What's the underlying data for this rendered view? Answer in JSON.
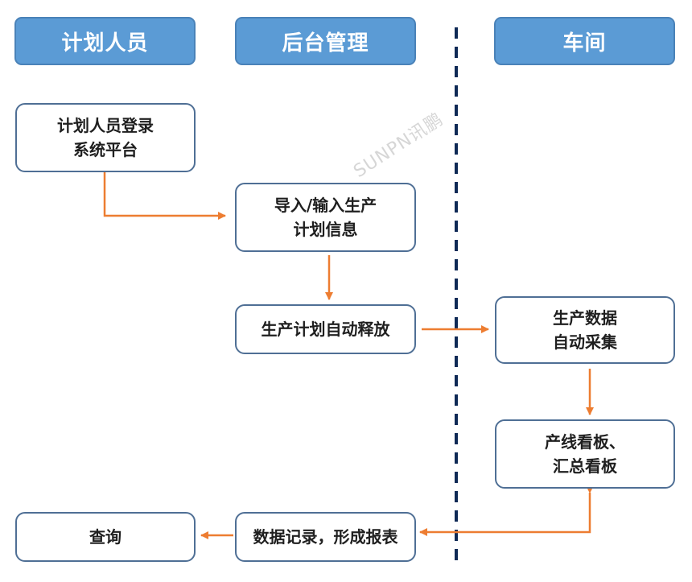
{
  "lanes": {
    "planner": "计划人员",
    "backend": "后台管理",
    "workshop": "车间"
  },
  "steps": {
    "login": [
      "计划人员登录",
      "系统平台"
    ],
    "import_plan": [
      "导入/输入生产",
      "计划信息"
    ],
    "release": [
      "生产计划自动释放"
    ],
    "collect": [
      "生产数据",
      "自动采集"
    ],
    "boards": [
      "产线看板、",
      "汇总看板"
    ],
    "record": [
      "数据记录，形成报表"
    ],
    "query": [
      "查询"
    ]
  },
  "watermark": "SUNPN讯鹏",
  "colors": {
    "header_fill": "#5b9bd5",
    "box_border": "#4f6f95",
    "arrow": "#ed7d31",
    "divider": "#0f2a56"
  }
}
